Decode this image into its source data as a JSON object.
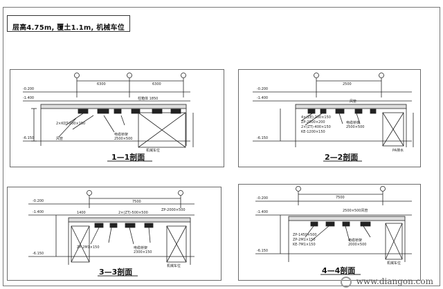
{
  "drawing": {
    "title": "层高4.75m, 覆土1.1m, 机械车位"
  },
  "sections": [
    {
      "caption": "1—1剖面",
      "top_dim_left": "6300",
      "top_dim_right": "6300",
      "label_box": "柱箱体 1850",
      "notes": [
        "2×KDT-200×150",
        "电缆桥架",
        "2500×500",
        "风管"
      ],
      "bottom_note": "机械车位"
    },
    {
      "caption": "2—2剖面",
      "top_dim_left": "2500",
      "label_box": "风管",
      "notes": [
        "4×(ZE)-200×150",
        "ZP-2000×200",
        "2×(ZT)-400×150",
        "KE-1200×150",
        "2500×500",
        "电缆桥架"
      ],
      "bottom_note": "PA排水"
    },
    {
      "caption": "3—3剖面",
      "top_dim_left": "7500",
      "label_box": "ZP-2000×500",
      "notes": [
        "1400",
        "2×(ZT)-500×500",
        "ZP-2M1×150",
        "电缆桥架",
        "2300×150"
      ],
      "bottom_note": "机械车位"
    },
    {
      "caption": "4—4剖面",
      "top_dim_left": "7500",
      "label_box": "2500×500风管",
      "notes": [
        "ZP-1450×500",
        "ZP-2M1×150",
        "KE-7M1×150",
        "电缆桥架",
        "2000×500"
      ],
      "bottom_note": "机械车位"
    }
  ],
  "levels": {
    "top": "-0.200",
    "mid": "-1.400",
    "bottom": "-6.150"
  },
  "watermark": "www.diangon.com",
  "colors": {
    "line": "#222222",
    "frame": "#6a6a6a"
  }
}
